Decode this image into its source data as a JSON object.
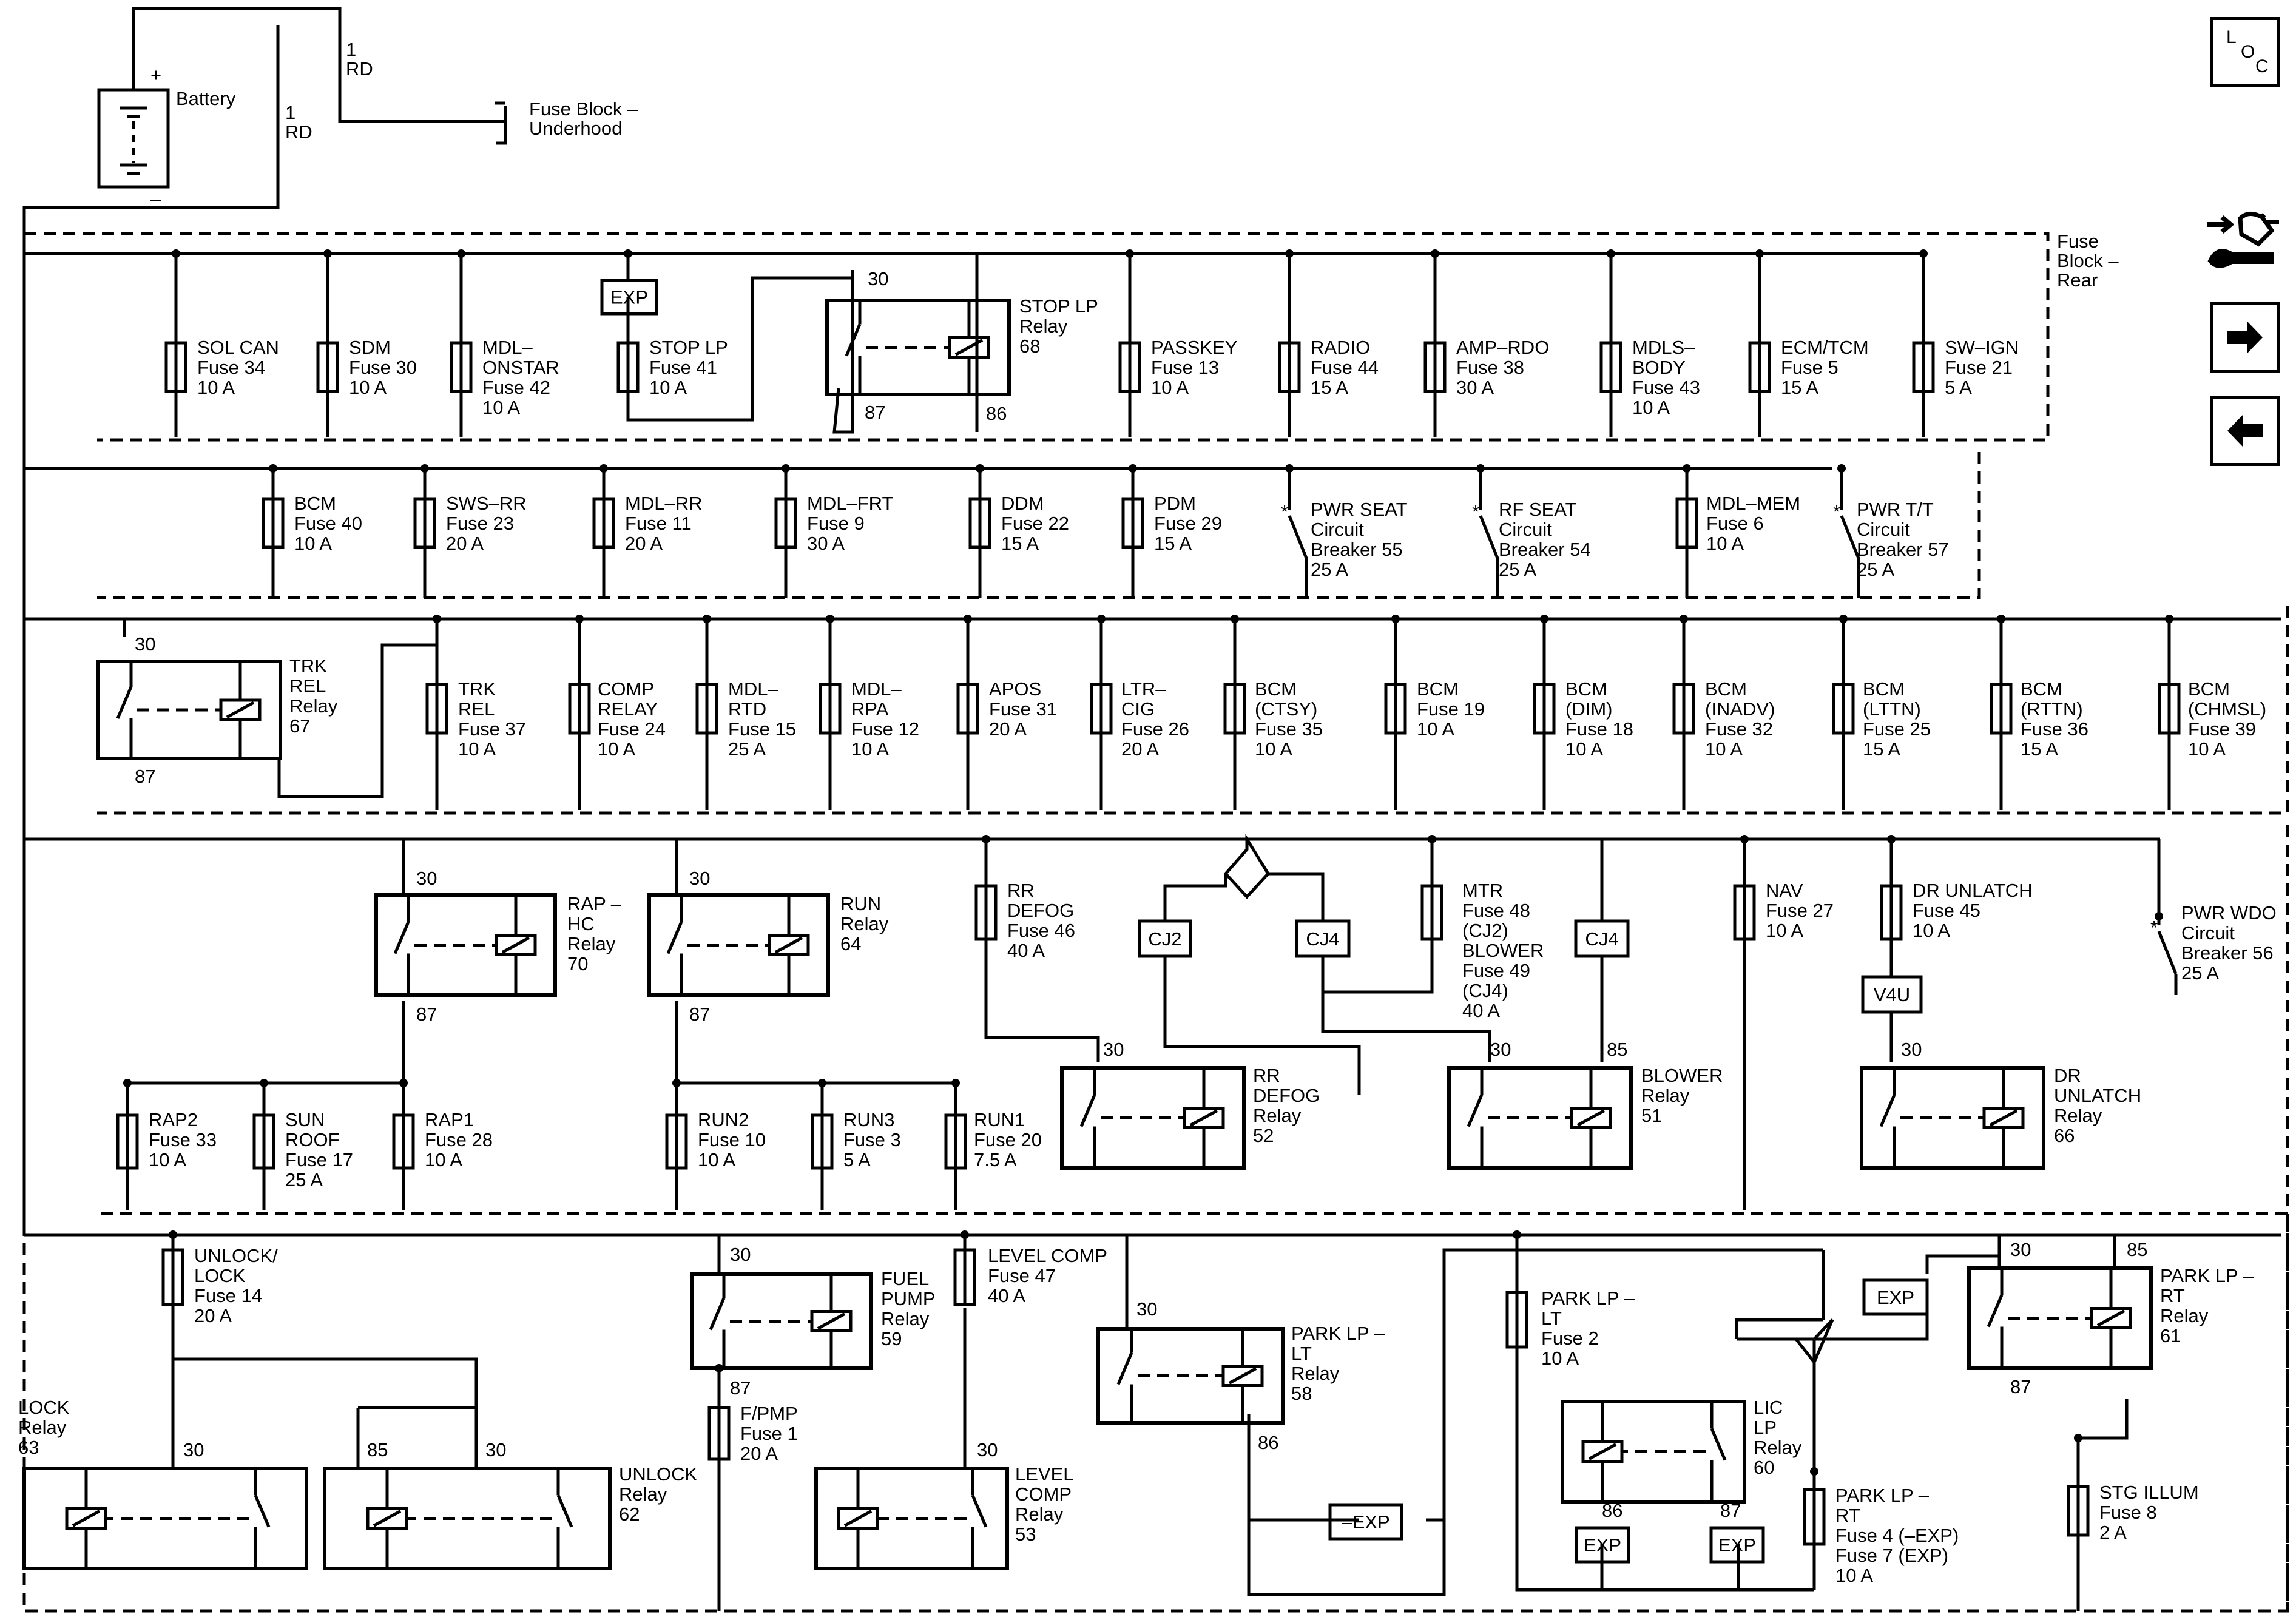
{
  "battery": {
    "label": "Battery",
    "plus": "+",
    "minus": "–"
  },
  "wires": {
    "w1": [
      "1",
      "RD"
    ],
    "w2": [
      "1",
      "RD"
    ]
  },
  "underhood": [
    "Fuse Block –",
    "Underhood"
  ],
  "fuse_block_rear": [
    "Fuse",
    "Block –",
    "Rear"
  ],
  "loc_icon": {
    "l": "L",
    "o": "O",
    "c": "C"
  },
  "nav_icons": [
    "connector-icon",
    "arrow-right-icon",
    "arrow-left-icon"
  ],
  "fuses": [
    {
      "id": "f34",
      "lines": [
        "SOL CAN",
        "Fuse 34",
        "10 A"
      ]
    },
    {
      "id": "f30",
      "lines": [
        "SDM",
        "Fuse 30",
        "10 A"
      ]
    },
    {
      "id": "f42",
      "lines": [
        "MDL–",
        "ONSTAR",
        "Fuse 42",
        "10 A"
      ]
    },
    {
      "id": "f41",
      "lines": [
        "STOP LP",
        "Fuse 41",
        "10 A"
      ]
    },
    {
      "id": "f13",
      "lines": [
        "PASSKEY",
        "Fuse 13",
        "10 A"
      ]
    },
    {
      "id": "f44",
      "lines": [
        "RADIO",
        "Fuse 44",
        "15 A"
      ]
    },
    {
      "id": "f38",
      "lines": [
        "AMP–RDO",
        "Fuse 38",
        "30 A"
      ]
    },
    {
      "id": "f43",
      "lines": [
        "MDLS–",
        "BODY",
        "Fuse 43",
        "10 A"
      ]
    },
    {
      "id": "f5",
      "lines": [
        "ECM/TCM",
        "Fuse 5",
        "15 A"
      ]
    },
    {
      "id": "f21",
      "lines": [
        "SW–IGN",
        "Fuse 21",
        "5 A"
      ]
    },
    {
      "id": "f40",
      "lines": [
        "BCM",
        "Fuse 40",
        "10 A"
      ]
    },
    {
      "id": "f23",
      "lines": [
        "SWS–RR",
        "Fuse 23",
        "20 A"
      ]
    },
    {
      "id": "f11",
      "lines": [
        "MDL–RR",
        "Fuse 11",
        "20 A"
      ]
    },
    {
      "id": "f9",
      "lines": [
        "MDL–FRT",
        "Fuse 9",
        "30 A"
      ]
    },
    {
      "id": "f22",
      "lines": [
        "DDM",
        "Fuse 22",
        "15 A"
      ]
    },
    {
      "id": "f29",
      "lines": [
        "PDM",
        "Fuse 29",
        "15 A"
      ]
    },
    {
      "id": "f6",
      "lines": [
        "MDL–MEM",
        "Fuse 6",
        "10 A"
      ]
    },
    {
      "id": "f37",
      "lines": [
        "TRK",
        "REL",
        "Fuse 37",
        "10 A"
      ]
    },
    {
      "id": "f24",
      "lines": [
        "COMP",
        "RELAY",
        "Fuse 24",
        "10 A"
      ]
    },
    {
      "id": "f15",
      "lines": [
        "MDL–",
        "RTD",
        "Fuse 15",
        "25 A"
      ]
    },
    {
      "id": "f12",
      "lines": [
        "MDL–",
        "RPA",
        "Fuse 12",
        "10 A"
      ]
    },
    {
      "id": "f31",
      "lines": [
        "APOS",
        "Fuse 31",
        "20 A"
      ]
    },
    {
      "id": "f26",
      "lines": [
        "LTR–",
        "CIG",
        "Fuse 26",
        "20 A"
      ]
    },
    {
      "id": "f35",
      "lines": [
        "BCM",
        "(CTSY)",
        "Fuse 35",
        "10 A"
      ]
    },
    {
      "id": "f19",
      "lines": [
        "BCM",
        "Fuse 19",
        "10 A"
      ]
    },
    {
      "id": "f18",
      "lines": [
        "BCM",
        "(DIM)",
        "Fuse 18",
        "10 A"
      ]
    },
    {
      "id": "f32",
      "lines": [
        "BCM",
        "(INADV)",
        "Fuse 32",
        "10 A"
      ]
    },
    {
      "id": "f25",
      "lines": [
        "BCM",
        "(LTTN)",
        "Fuse 25",
        "15 A"
      ]
    },
    {
      "id": "f36",
      "lines": [
        "BCM",
        "(RTTN)",
        "Fuse 36",
        "15 A"
      ]
    },
    {
      "id": "f39",
      "lines": [
        "BCM",
        "(CHMSL)",
        "Fuse 39",
        "10 A"
      ]
    },
    {
      "id": "f46",
      "lines": [
        "RR",
        "DEFOG",
        "Fuse 46",
        "40 A"
      ]
    },
    {
      "id": "f48",
      "lines": [
        "MTR",
        "Fuse 48",
        "(CJ2)",
        "BLOWER",
        "Fuse 49",
        "(CJ4)",
        "40 A"
      ]
    },
    {
      "id": "f27",
      "lines": [
        "NAV",
        "Fuse 27",
        "10 A"
      ]
    },
    {
      "id": "f45",
      "lines": [
        "DR UNLATCH",
        "Fuse 45",
        "10 A"
      ]
    },
    {
      "id": "f33",
      "lines": [
        "RAP2",
        "Fuse 33",
        "10 A"
      ]
    },
    {
      "id": "f17",
      "lines": [
        "SUN",
        "ROOF",
        "Fuse 17",
        "25 A"
      ]
    },
    {
      "id": "f28",
      "lines": [
        "RAP1",
        "Fuse 28",
        "10 A"
      ]
    },
    {
      "id": "f10",
      "lines": [
        "RUN2",
        "Fuse 10",
        "10 A"
      ]
    },
    {
      "id": "f3",
      "lines": [
        "RUN3",
        "Fuse 3",
        "5 A"
      ]
    },
    {
      "id": "f20",
      "lines": [
        "RUN1",
        "Fuse 20",
        "7.5 A"
      ]
    },
    {
      "id": "f14",
      "lines": [
        "UNLOCK/",
        "LOCK",
        "Fuse 14",
        "20 A"
      ]
    },
    {
      "id": "f47",
      "lines": [
        "LEVEL COMP",
        "Fuse 47",
        "40 A"
      ]
    },
    {
      "id": "f1",
      "lines": [
        "F/PMP",
        "Fuse 1",
        "20 A"
      ]
    },
    {
      "id": "f2",
      "lines": [
        "PARK LP –",
        "LT",
        "Fuse 2",
        "10 A"
      ]
    },
    {
      "id": "f4",
      "lines": [
        "PARK LP –",
        "RT",
        "Fuse 4 (–EXP)",
        "Fuse 7 (EXP)",
        "10 A"
      ]
    },
    {
      "id": "f8",
      "lines": [
        "STG ILLUM",
        "Fuse 8",
        "2 A"
      ]
    }
  ],
  "breakers": [
    {
      "id": "cb55",
      "lines": [
        "PWR SEAT",
        "Circuit",
        "Breaker 55",
        "25 A"
      ]
    },
    {
      "id": "cb54",
      "lines": [
        "RF SEAT",
        "Circuit",
        "Breaker 54",
        "25 A"
      ]
    },
    {
      "id": "cb57",
      "lines": [
        "PWR T/T",
        "Circuit",
        "Breaker 57",
        "25 A"
      ]
    },
    {
      "id": "cb56",
      "lines": [
        "PWR WDO",
        "Circuit",
        "Breaker 56",
        "25 A"
      ]
    }
  ],
  "relays": [
    {
      "id": "r68",
      "lines": [
        "STOP LP",
        "Relay",
        "68"
      ]
    },
    {
      "id": "r67",
      "lines": [
        "TRK",
        "REL",
        "Relay",
        "67"
      ]
    },
    {
      "id": "r70",
      "lines": [
        "RAP –",
        "HC",
        "Relay",
        "70"
      ]
    },
    {
      "id": "r64",
      "lines": [
        "RUN",
        "Relay",
        "64"
      ]
    },
    {
      "id": "r52",
      "lines": [
        "RR",
        "DEFOG",
        "Relay",
        "52"
      ]
    },
    {
      "id": "r51",
      "lines": [
        "BLOWER",
        "Relay",
        "51"
      ]
    },
    {
      "id": "r66",
      "lines": [
        "DR",
        "UNLATCH",
        "Relay",
        "66"
      ]
    },
    {
      "id": "r59",
      "lines": [
        "FUEL",
        "PUMP",
        "Relay",
        "59"
      ]
    },
    {
      "id": "r58",
      "lines": [
        "PARK LP –",
        "LT",
        "Relay",
        "58"
      ]
    },
    {
      "id": "r61",
      "lines": [
        "PARK LP –",
        "RT",
        "Relay",
        "61"
      ]
    },
    {
      "id": "r60",
      "lines": [
        "LIC",
        "LP",
        "Relay",
        "60"
      ]
    },
    {
      "id": "r63",
      "lines": [
        "LOCK",
        "Relay",
        "63"
      ]
    },
    {
      "id": "r62",
      "lines": [
        "UNLOCK",
        "Relay",
        "62"
      ]
    },
    {
      "id": "r53",
      "lines": [
        "LEVEL",
        "COMP",
        "Relay",
        "53"
      ]
    }
  ],
  "tags": {
    "exp_top": "EXP",
    "cj2": "CJ2",
    "cj4a": "CJ4",
    "cj4b": "CJ4",
    "v4u": "V4U",
    "exp_right": "EXP",
    "mexp": "–EXP",
    "exp_86": "EXP",
    "exp_87": "EXP"
  },
  "pins": {
    "r68_30": "30",
    "r68_87": "87",
    "r68_86": "86",
    "r67_30": "30",
    "r67_87": "87",
    "r70_30": "30",
    "r70_87": "87",
    "r64_30": "30",
    "r64_87": "87",
    "r52_30": "30",
    "r51_30": "30",
    "r51_85": "85",
    "r66_30": "30",
    "r59_30": "30",
    "r59_87": "87",
    "r58_30": "30",
    "r58_86": "86",
    "r61_30": "30",
    "r61_85": "85",
    "r61_87": "87",
    "r60_86": "86",
    "r60_87": "87",
    "r63_30": "30",
    "r62_85": "85",
    "r62_30": "30",
    "r53_30": "30"
  }
}
